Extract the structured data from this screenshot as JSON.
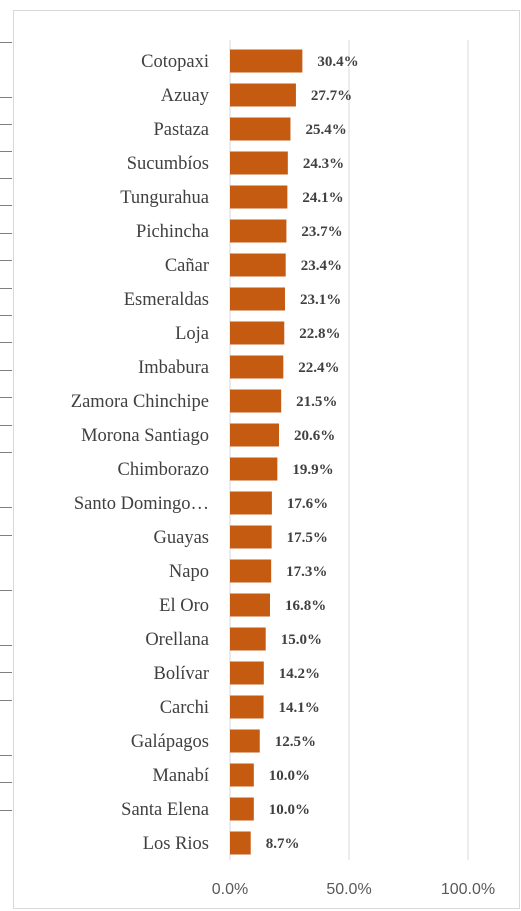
{
  "colors": {
    "bar": "#C55A11",
    "grid": "#d9d9d9",
    "text": "#404040",
    "axis_text": "#595959"
  },
  "chart_data": {
    "type": "bar",
    "orientation": "horizontal",
    "categories": [
      "Cotopaxi",
      "Azuay",
      "Pastaza",
      "Sucumbíos",
      "Tungurahua",
      "Pichincha",
      "Cañar",
      "Esmeraldas",
      "Loja",
      "Imbabura",
      "Zamora Chinchipe",
      "Morona Santiago",
      "Chimborazo",
      "Santo Domingo…",
      "Guayas",
      "Napo",
      "El Oro",
      "Orellana",
      "Bolívar",
      "Carchi",
      "Galápagos",
      "Manabí",
      "Santa Elena",
      "Los Rios"
    ],
    "values": [
      30.4,
      27.7,
      25.4,
      24.3,
      24.1,
      23.7,
      23.4,
      23.1,
      22.8,
      22.4,
      21.5,
      20.6,
      19.9,
      17.6,
      17.5,
      17.3,
      16.8,
      15.0,
      14.2,
      14.1,
      12.5,
      10.0,
      10.0,
      8.7
    ],
    "data_labels": [
      "30.4%",
      "27.7%",
      "25.4%",
      "24.3%",
      "24.1%",
      "23.7%",
      "23.4%",
      "23.1%",
      "22.8%",
      "22.4%",
      "21.5%",
      "20.6%",
      "19.9%",
      "17.6%",
      "17.5%",
      "17.3%",
      "16.8%",
      "15.0%",
      "14.2%",
      "14.1%",
      "12.5%",
      "10.0%",
      "10.0%",
      "8.7%"
    ],
    "xlim": [
      0,
      100
    ],
    "x_ticks": [
      0,
      50,
      100
    ],
    "x_tick_labels": [
      "0.0%",
      "50.0%",
      "100.0%"
    ],
    "grid": true,
    "legend": "none",
    "title": "",
    "xlabel": "",
    "ylabel": ""
  }
}
